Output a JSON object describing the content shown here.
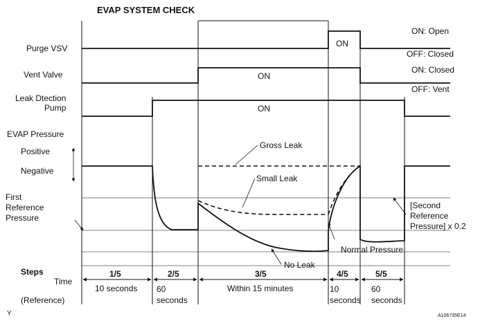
{
  "title": "EVAP SYSTEM CHECK",
  "signals": {
    "purge_vsv": "Purge VSV",
    "vent_valve": "Vent Valve",
    "leak_pump": "Leak Dtection\nPump",
    "evap_pressure": "EVAP Pressure",
    "positive": "Positive",
    "negative": "Negative",
    "first_ref": "First\nReference\nPressure"
  },
  "states": {
    "purge_on": "ON: Open",
    "purge_off": "OFF: Closed",
    "vent_on": "ON: Closed",
    "vent_off": "OFF: Vent"
  },
  "on_labels": {
    "purge": "ON",
    "vent": "ON",
    "pump": "ON"
  },
  "curves": {
    "gross_leak": "Gross Leak",
    "small_leak": "Small Leak",
    "no_leak": "No Leak",
    "normal_pressure": "Normal Pressure",
    "second_ref": "[Second\nReference\nPressure] x 0.2"
  },
  "footer": {
    "steps": "Steps",
    "time": "Time",
    "reference": "(Reference)",
    "step_labels": [
      "1/5",
      "2/5",
      "3/5",
      "4/5",
      "5/5"
    ],
    "time_labels": [
      "10 seconds",
      "60\nseconds",
      "Within 15 minutes",
      "10\nseconds",
      "60\nseconds"
    ]
  },
  "corner_left": "Y",
  "corner_right": "A106735E14"
}
